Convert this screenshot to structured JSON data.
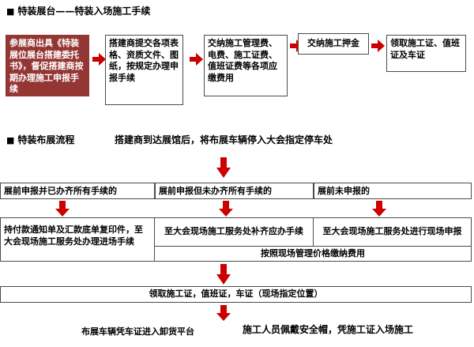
{
  "colors": {
    "arrow_red": "#cc0000",
    "highlight_bg": "#943634",
    "highlight_text": "#ffffff",
    "box_border": "#4a4a4a",
    "text": "#000000"
  },
  "section_entry": {
    "bullet": "■",
    "title": "特装展台——特装入场施工手续",
    "steps": [
      "参展商出具《特装展位展台搭建委托书》，督促搭建商按期办理施工申报手续",
      "搭建商提交各项表格、资质文件、图纸，按规定办理申报手续",
      "交纳施工管理费、电费、施工证费、值班证费等各项应缴费用",
      "交纳施工押金",
      "领取施工证、值班证及车证"
    ]
  },
  "section_setup": {
    "bullet": "■",
    "title": "特装布展流程",
    "subtitle": "搭建商到达展馆后，将布展车辆停入大会指定停车处",
    "branches": [
      {
        "condition": "展前申报并已办齐所有手续的",
        "action": "持付款通知单及汇款底单复印件，至大会现场施工服务处办理进场手续"
      },
      {
        "condition": "展前申报但未办齐所有手续的",
        "action": "至大会现场施工服务处补齐应办手续"
      },
      {
        "condition": "展前未申报的",
        "action": "至大会现场施工服务处进行现场申报"
      }
    ],
    "fee_note": "按照现场管理价格缴纳费用",
    "pickup": "领取施工证，值班证，车证（现场指定位置）",
    "footer_left": "布展车辆凭车证进入卸货平台",
    "footer_right": "施工人员佩戴安全帽，凭施工证入场施工"
  }
}
